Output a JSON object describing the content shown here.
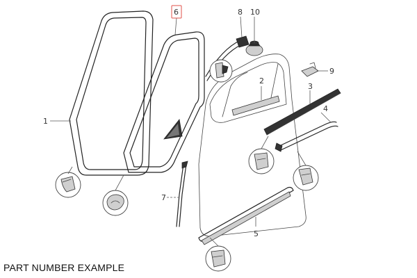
{
  "diagram": {
    "callouts": {
      "c1": "1",
      "c2": "2",
      "c3": "3",
      "c4": "4",
      "c5": "5",
      "c6": "6",
      "c7": "7",
      "c8": "8",
      "c9": "9",
      "c10": "10"
    },
    "highlighted_callout": "6",
    "highlight_color": "#e0504a",
    "caption": "PART NUMBER EXAMPLE"
  }
}
